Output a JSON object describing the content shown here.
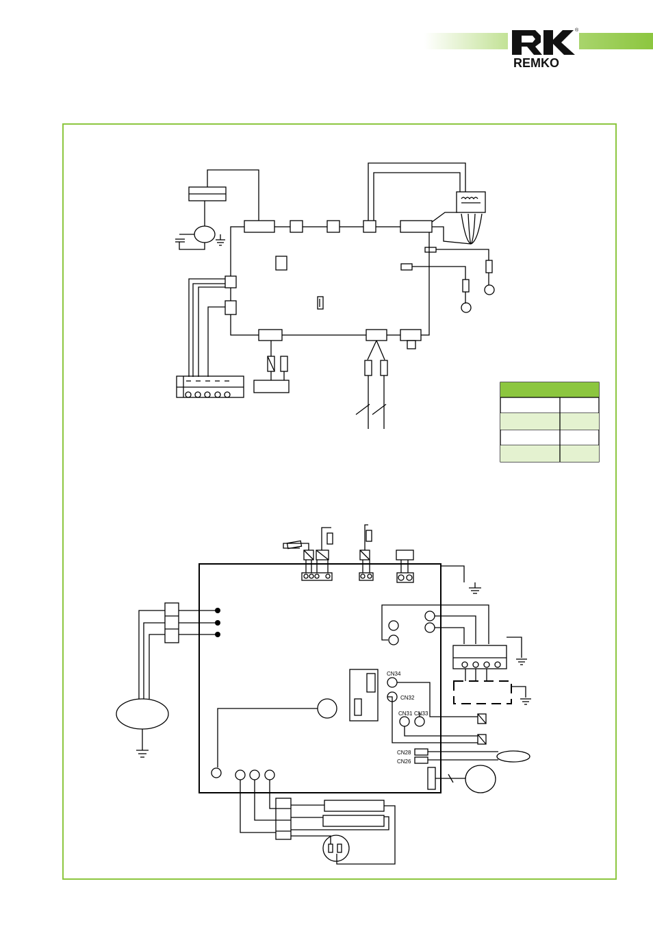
{
  "brand": {
    "name": "REMKO",
    "registered_mark": "®",
    "accent_color": "#8cc63f",
    "logo_color": "#111111"
  },
  "indoor_board": {
    "connector_labels": {
      "cn34": "CN34",
      "cn32": "CN32",
      "cn31": "CN31",
      "cn33": "CN33",
      "cn28": "CN28",
      "cn26": "CN26"
    }
  },
  "legend_table": {
    "header_color": "#8cc63f",
    "rows": 4
  }
}
